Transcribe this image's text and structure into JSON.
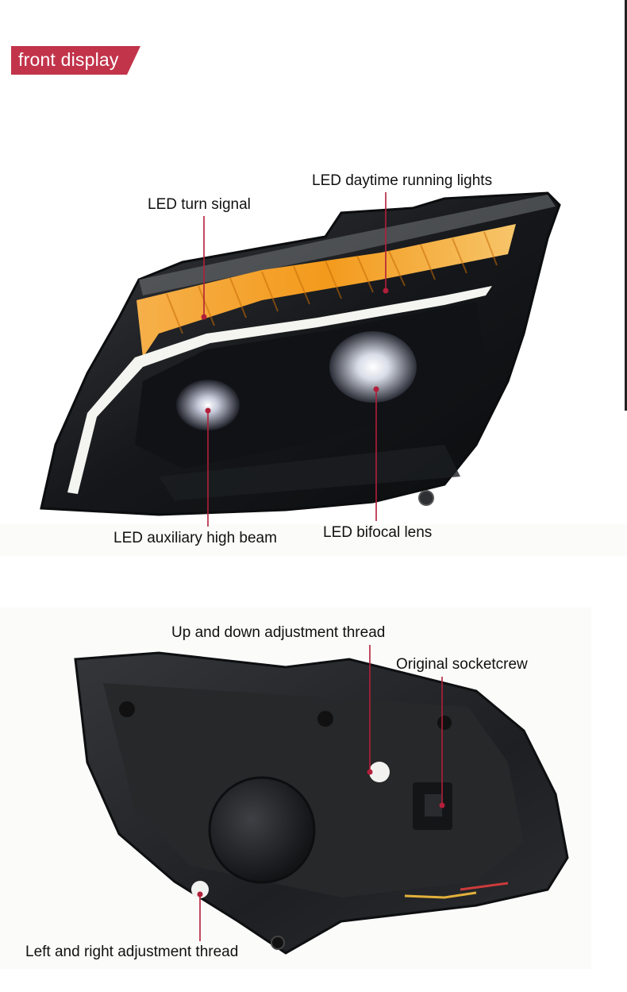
{
  "section_tag": "front display",
  "front_view": {
    "callouts": {
      "turn_signal": "LED turn signal",
      "drl": "LED daytime running lights",
      "aux_high_beam": "LED auxiliary high beam",
      "bifocal_lens": "LED bifocal lens"
    }
  },
  "rear_view": {
    "callouts": {
      "up_down": "Up and down adjustment thread",
      "socket": "Original socketcrew",
      "left_right": "Left and right adjustment thread"
    }
  },
  "colors": {
    "tag": "#c2344a",
    "callout_line": "#b21f3a",
    "amber": "#f2a22b"
  }
}
